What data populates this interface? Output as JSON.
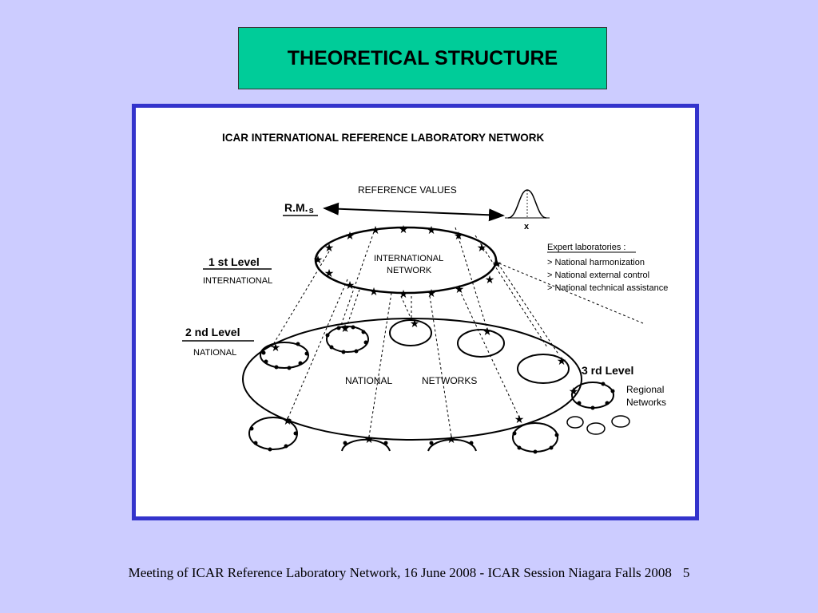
{
  "slide": {
    "title": "THEORETICAL STRUCTURE",
    "footer": "Meeting of ICAR Reference Laboratory Network,  16 June 2008 - ICAR Session Niagara Falls 2008",
    "page_number": "5"
  },
  "diagram": {
    "heading": "ICAR INTERNATIONAL REFERENCE LABORATORY NETWORK",
    "reference_values": "REFERENCE   VALUES",
    "rms_label": "R.M.",
    "rms_sub": "s",
    "x_bar": "x",
    "international_network": [
      "INTERNATIONAL",
      "NETWORK"
    ],
    "level1": {
      "title": "1 st  Level",
      "sub": "INTERNATIONAL"
    },
    "level2": {
      "title": "2 nd  Level",
      "sub": "NATIONAL"
    },
    "level3": {
      "title": "3 rd  Level",
      "sub": [
        "Regional",
        "Networks"
      ]
    },
    "national_label": "NATIONAL",
    "networks_label": "NETWORKS",
    "expert": {
      "title": "Expert laboratories :",
      "items": [
        "> National harmonization",
        "> National external control",
        "> National technical assistance"
      ]
    }
  }
}
